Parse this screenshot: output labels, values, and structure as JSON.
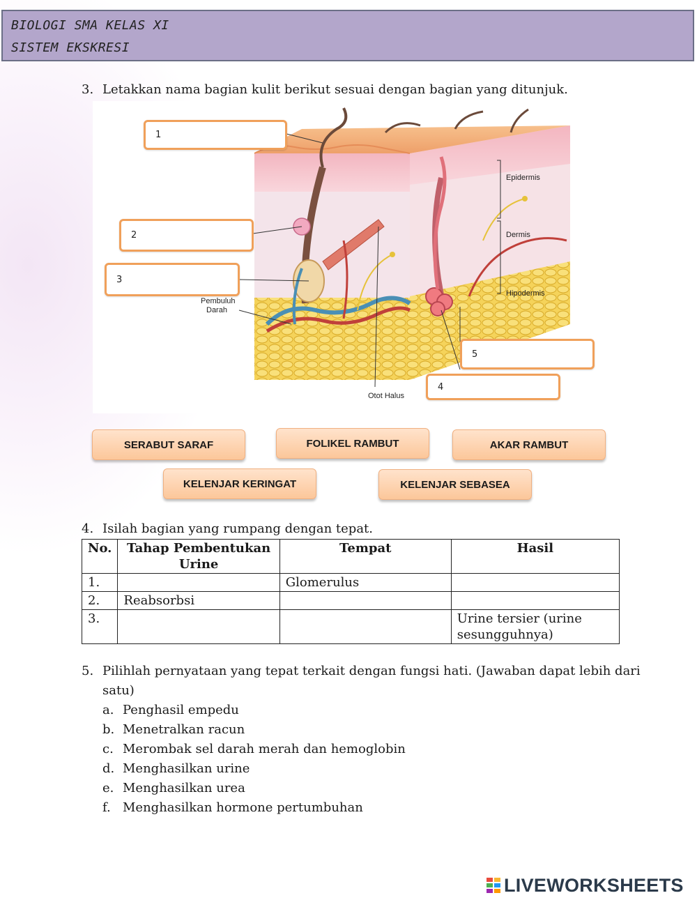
{
  "header": {
    "line1": "BIOLOGI SMA KELAS XI",
    "line2": "SISTEM EKSKRESI"
  },
  "q3": {
    "number": "3.",
    "text": "Letakkan nama bagian kulit berikut sesuai dengan bagian yang ditunjuk.",
    "figure_labels": {
      "epidermis": "Epidermis",
      "dermis": "Dermis",
      "hipodermis": "Hipodermis",
      "pembuluh": "Pembuluh",
      "darah": "Darah",
      "otot_halus": "Otot Halus"
    },
    "drop_boxes": [
      "1",
      "2",
      "3",
      "4",
      "5"
    ],
    "chips": [
      "SERABUT SARAF",
      "FOLIKEL RAMBUT",
      "AKAR RAMBUT",
      "KELENJAR KERINGAT",
      "KELENJAR SEBASEA"
    ]
  },
  "q4": {
    "number": "4.",
    "text": "Isilah bagian yang rumpang dengan tepat.",
    "headers": [
      "No.",
      "Tahap Pembentukan Urine",
      "Tempat",
      "Hasil"
    ],
    "rows": [
      [
        "1.",
        "",
        "Glomerulus",
        ""
      ],
      [
        "2.",
        "Reabsorbsi",
        "",
        ""
      ],
      [
        "3.",
        "",
        "",
        "Urine tersier (urine sesungguhnya)"
      ]
    ]
  },
  "q5": {
    "number": "5.",
    "text_line1": "Pilihlah pernyataan yang tepat terkait dengan fungsi hati. (Jawaban dapat lebih dari",
    "text_line2": "satu)",
    "options": [
      {
        "letter": "a.",
        "text": "Penghasil empedu"
      },
      {
        "letter": "b.",
        "text": "Menetralkan racun"
      },
      {
        "letter": "c.",
        "text": "Merombak sel darah merah dan hemoglobin"
      },
      {
        "letter": "d.",
        "text": "Menghasilkan urine"
      },
      {
        "letter": "e.",
        "text": "Menghasilkan urea"
      },
      {
        "letter": "f.",
        "text": "Menghasilkan hormone pertumbuhan"
      }
    ]
  },
  "brand": {
    "name": "LIVEWORKSHEETS",
    "logo_colors": [
      "#e94b3c",
      "#f7b733",
      "#4caf50",
      "#2196f3",
      "#9c27b0",
      "#ff9800"
    ]
  },
  "colors": {
    "header_bg": "#b3a6cb",
    "box_border": "#f0a05a",
    "chip_bg": "#fcc79a"
  }
}
